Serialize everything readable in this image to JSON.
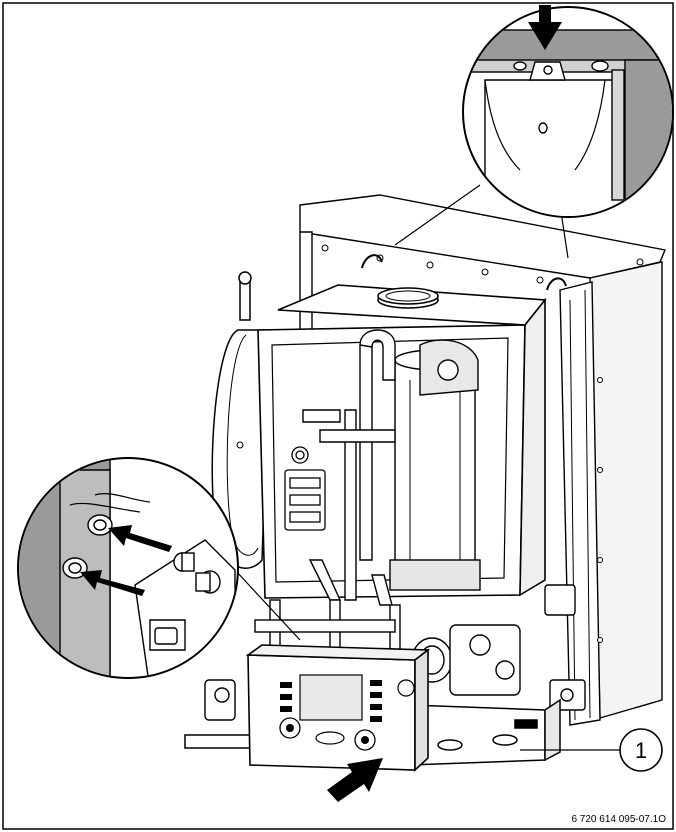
{
  "figure": {
    "callout_number": "1",
    "figure_code": "6 720 614 095-07.1O"
  },
  "arrows": [
    {
      "name": "top-insert-arrow",
      "direction": "down"
    },
    {
      "name": "front-push-arrow",
      "direction": "up-right"
    },
    {
      "name": "detail-plug-arrow-upper",
      "direction": "left"
    },
    {
      "name": "detail-plug-arrow-lower",
      "direction": "left"
    }
  ],
  "colors": {
    "line": "#000000",
    "gray_panel": "#9a9a9a",
    "light_gray": "#d9d9d9",
    "background": "#ffffff"
  }
}
